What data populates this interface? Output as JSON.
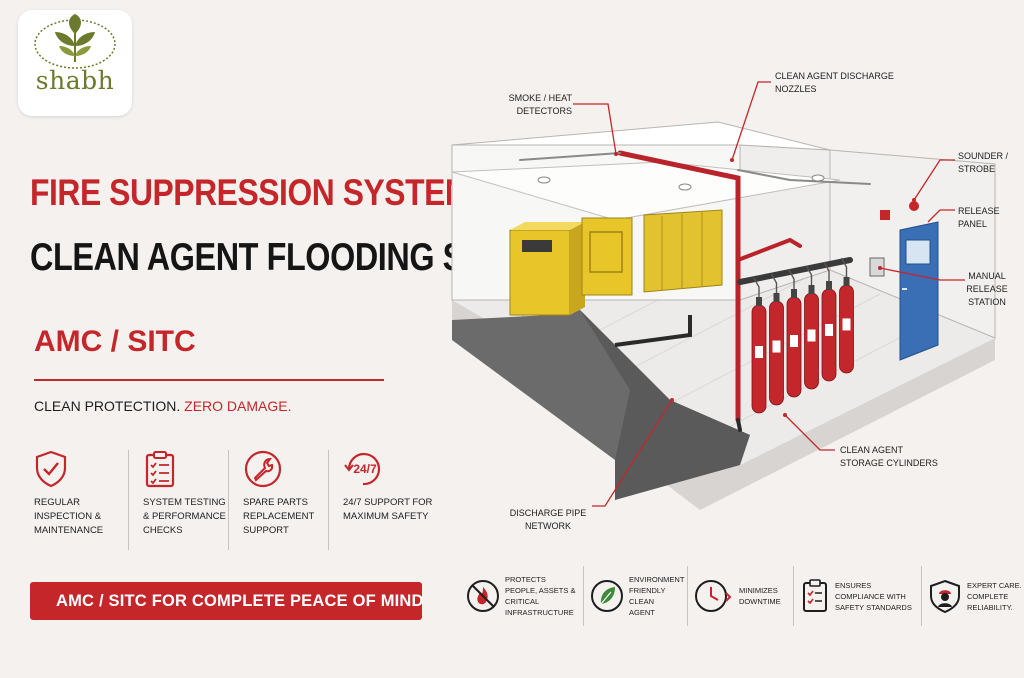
{
  "logo": {
    "text": "shabh"
  },
  "heading": {
    "title": "FIRE SUPPRESSION SYSTEM",
    "subtitle": "CLEAN AGENT FLOODING SYSTEM",
    "service_type": "AMC / SITC",
    "tagline_plain": "CLEAN PROTECTION. ",
    "tagline_highlight": "ZERO DAMAGE."
  },
  "services": [
    {
      "icon": "shield-check-icon",
      "label": "REGULAR INSPECTION & MAINTENANCE"
    },
    {
      "icon": "clipboard-checklist-icon",
      "label": "SYSTEM TESTING & PERFORMANCE CHECKS"
    },
    {
      "icon": "wrench-icon",
      "label": "SPARE PARTS REPLACEMENT SUPPORT"
    },
    {
      "icon": "support-24-7-icon",
      "badge": "24/7",
      "label": "24/7 SUPPORT FOR MAXIMUM SAFETY"
    }
  ],
  "banner": {
    "text": "AMC / SITC FOR COMPLETE PEACE OF MIND"
  },
  "benefits": [
    {
      "icon": "no-fire-icon",
      "label": "PROTECTS PEOPLE, ASSETS & CRITICAL INFRASTRUCTURE"
    },
    {
      "icon": "leaf-icon",
      "label": "ENVIRONMENT FRIENDLY CLEAN AGENT"
    },
    {
      "icon": "clock-icon",
      "label": "MINIMIZES DOWNTIME"
    },
    {
      "icon": "compliance-clipboard-icon",
      "label": "ENSURES COMPLIANCE WITH SAFETY STANDARDS"
    },
    {
      "icon": "engineer-shield-icon",
      "label": "EXPERT CARE. COMPLETE RELIABILITY."
    }
  ],
  "diagram": {
    "callouts": {
      "detectors": "SMOKE / HEAT DETECTORS",
      "nozzles": "CLEAN AGENT DISCHARGE NOZZLES",
      "sounder": "SOUNDER / STROBE",
      "release_panel": "RELEASE PANEL",
      "manual_release": "MANUAL RELEASE STATION",
      "cylinders": "CLEAN AGENT STORAGE CYLINDERS",
      "pipe_network": "DISCHARGE PIPE NETWORK"
    }
  },
  "colors": {
    "accent_red": "#c5262a",
    "text_dark": "#151515",
    "background": "#f4f1ef",
    "cylinder_red": "#c3262b",
    "cabinet_yellow": "#e8c62a",
    "door_blue": "#3a6fb5",
    "logo_green": "#6b7a2c"
  }
}
